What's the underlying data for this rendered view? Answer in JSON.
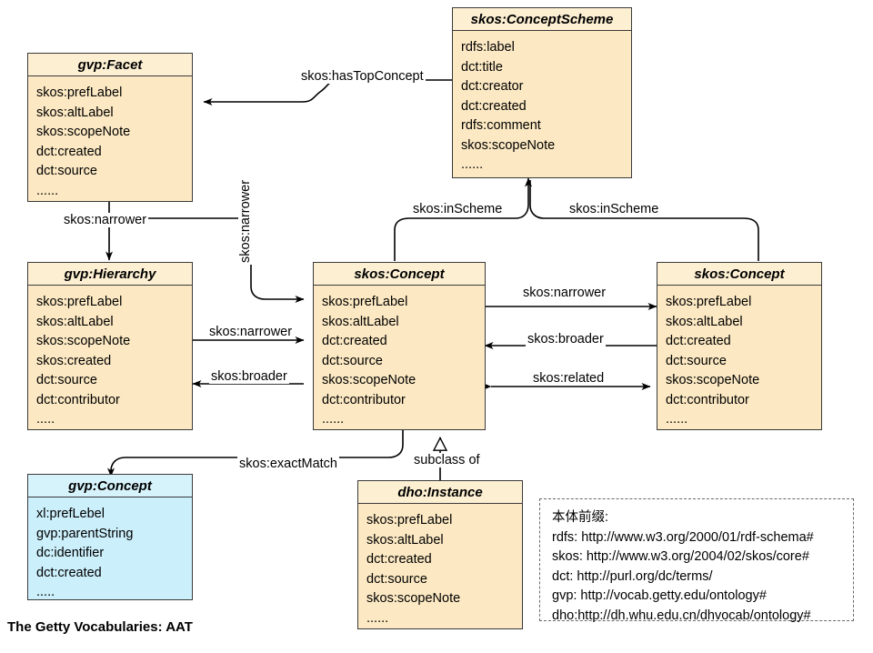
{
  "diagram": {
    "caption": "The Getty Vocabularies: AAT",
    "colors": {
      "class_fill": "#fce9c3",
      "class_header_fill": "#fdefd2",
      "alt_class_fill": "#cbeffb",
      "alt_class_header_fill": "#d6f3fc",
      "border": "#3a3a3a",
      "edge": "#000000",
      "legend_border": "#6a6a6a"
    },
    "classes": [
      {
        "id": "facet",
        "title": "gvp:Facet",
        "style": "yellow",
        "properties": [
          "skos:prefLabel",
          "skos:altLabel",
          "skos:scopeNote",
          "dct:created",
          "dct:source",
          "......"
        ]
      },
      {
        "id": "conceptscheme",
        "title": "skos:ConceptScheme",
        "style": "yellow",
        "properties": [
          "rdfs:label",
          "dct:title",
          "dct:creator",
          "dct:created",
          "rdfs:comment",
          "skos:scopeNote",
          "......"
        ]
      },
      {
        "id": "hierarchy",
        "title": "gvp:Hierarchy",
        "style": "yellow",
        "properties": [
          "skos:prefLabel",
          "skos:altLabel",
          "skos:scopeNote",
          "skos:created",
          "dct:source",
          "dct:contributor",
          "....."
        ]
      },
      {
        "id": "concept-center",
        "title": "skos:Concept",
        "style": "yellow",
        "properties": [
          "skos:prefLabel",
          "skos:altLabel",
          "dct:created",
          "dct:source",
          "skos:scopeNote",
          "dct:contributor",
          "......"
        ]
      },
      {
        "id": "concept-right",
        "title": "skos:Concept",
        "style": "yellow",
        "properties": [
          "skos:prefLabel",
          "skos:altLabel",
          "dct:created",
          "dct:source",
          "skos:scopeNote",
          "dct:contributor",
          "......"
        ]
      },
      {
        "id": "gvp-concept",
        "title": "gvp:Concept",
        "style": "blue",
        "properties": [
          "xl:prefLebel",
          "gvp:parentString",
          "dc:identifier",
          "dct:created",
          "....."
        ]
      },
      {
        "id": "dho-instance",
        "title": "dho:Instance",
        "style": "yellow",
        "properties": [
          "skos:prefLabel",
          "skos:altLabel",
          "dct:created",
          "dct:source",
          "skos:scopeNote",
          "......"
        ]
      }
    ],
    "edges": [
      {
        "id": "has-top-concept",
        "label": "skos:hasTopConcept",
        "from": "conceptscheme",
        "to": "facet",
        "arrow": "open"
      },
      {
        "id": "narrower-facet-hierarchy",
        "label": "skos:narrower",
        "from": "facet",
        "to": "hierarchy",
        "arrow": "open"
      },
      {
        "id": "narrower-facet-concept",
        "label": "skos:narrower",
        "from": "facet",
        "to": "concept-center",
        "arrow": "open"
      },
      {
        "id": "inscheme-center",
        "label": "skos:inScheme",
        "from": "concept-center",
        "to": "conceptscheme",
        "arrow": "open"
      },
      {
        "id": "inscheme-right",
        "label": "skos:inScheme",
        "from": "concept-right",
        "to": "conceptscheme",
        "arrow": "open"
      },
      {
        "id": "narrower-hierarchy-concept",
        "label": "skos:narrower",
        "from": "hierarchy",
        "to": "concept-center",
        "arrow": "open"
      },
      {
        "id": "broader-concept-hierarchy",
        "label": "skos:broader",
        "from": "concept-center",
        "to": "hierarchy",
        "arrow": "open"
      },
      {
        "id": "narrower-concept-concept",
        "label": "skos:narrower",
        "from": "concept-center",
        "to": "concept-right",
        "arrow": "open"
      },
      {
        "id": "broader-concept-concept",
        "label": "skos:broader",
        "from": "concept-right",
        "to": "concept-center",
        "arrow": "open"
      },
      {
        "id": "related-concept-concept",
        "label": "skos:related",
        "from": "concept-center",
        "to": "concept-right",
        "arrow": "double"
      },
      {
        "id": "exact-match",
        "label": "skos:exactMatch",
        "from": "concept-center",
        "to": "gvp-concept",
        "arrow": "open"
      },
      {
        "id": "subclass-of",
        "label": "subclass of",
        "from": "dho-instance",
        "to": "concept-center",
        "arrow": "hollow-triangle"
      }
    ],
    "legend": {
      "title": "本体前缀:",
      "lines": [
        "rdfs: http://www.w3.org/2000/01/rdf-schema#",
        "skos: http://www.w3.org/2004/02/skos/core#",
        "dct: http://purl.org/dc/terms/",
        "gvp: http://vocab.getty.edu/ontology#",
        "dho:http://dh.whu.edu.cn/dhvocab/ontology#"
      ]
    }
  }
}
